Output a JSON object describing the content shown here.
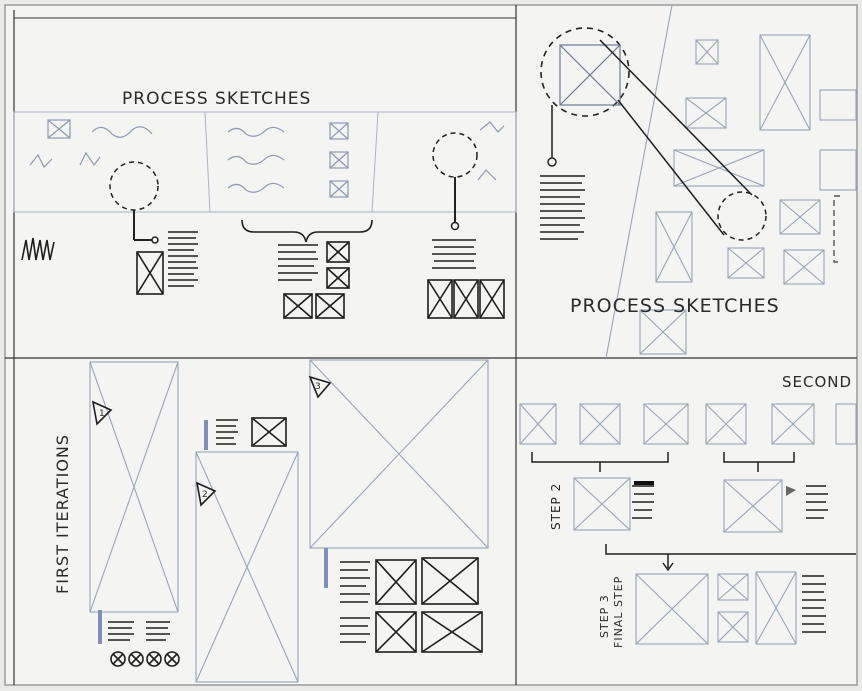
{
  "panels": {
    "top_left_title": "PROCESS SKETCHES",
    "top_right_title": "PROCESS SKETCHES",
    "bottom_left_title": "FIRST ITERATIONS",
    "bottom_right_title": "SECOND",
    "step2": "STEP 2",
    "step3_line1": "STEP 3",
    "step3_line2": "FINAL STEP",
    "badge1": "1",
    "badge2": "2",
    "badge3": "3"
  },
  "colors": {
    "paper": "#f2f2f0",
    "ink": "#1e1e1e",
    "pencil": "#9aa4b8"
  }
}
